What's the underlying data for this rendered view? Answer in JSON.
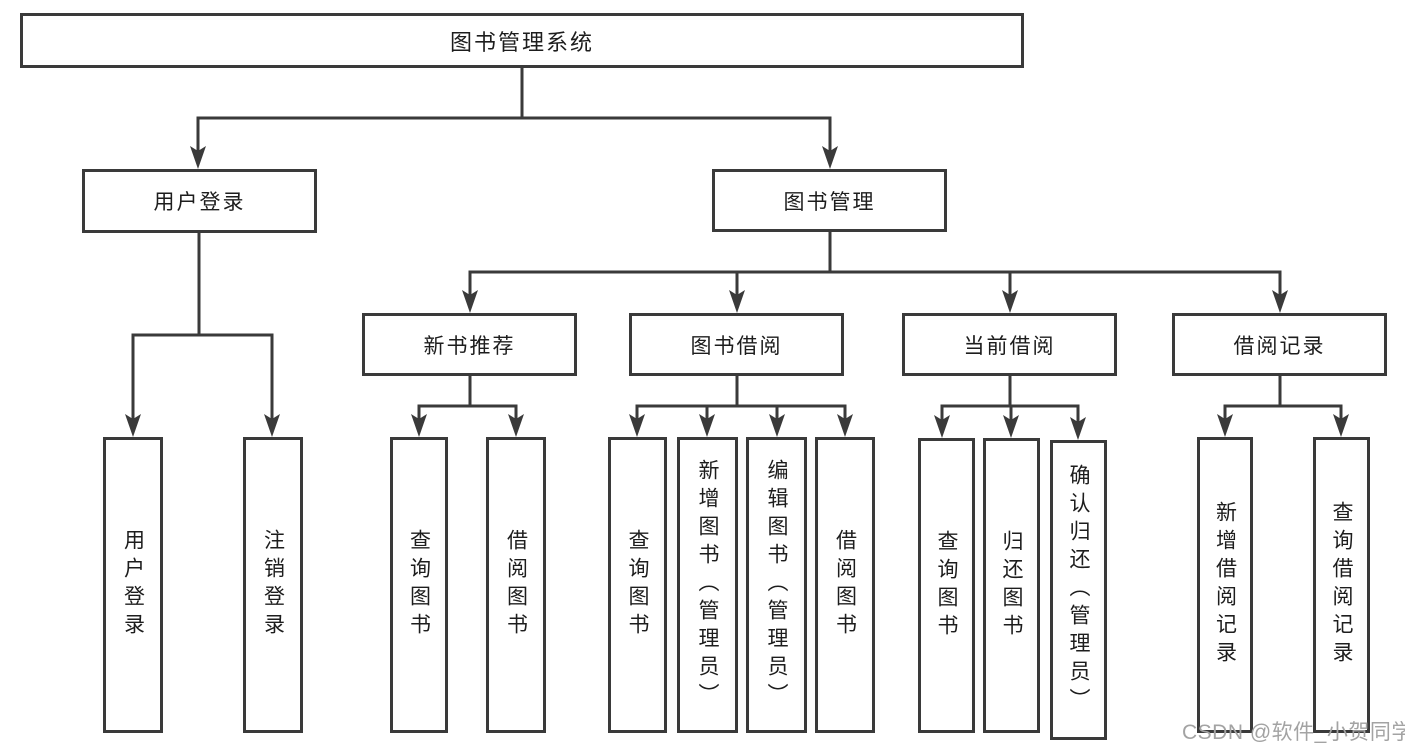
{
  "diagram": {
    "root": {
      "label": "图书管理系统"
    },
    "branches": [
      {
        "label": "用户登录",
        "children": [
          {
            "label": "用户登录"
          },
          {
            "label": "注销登录"
          }
        ]
      },
      {
        "label": "图书管理",
        "children": [
          {
            "label": "新书推荐",
            "children": [
              {
                "label": "查询图书"
              },
              {
                "label": "借阅图书"
              }
            ]
          },
          {
            "label": "图书借阅",
            "children": [
              {
                "label": "查询图书"
              },
              {
                "label": "新增图书（管理员）"
              },
              {
                "label": "编辑图书（管理员）"
              },
              {
                "label": "借阅图书"
              }
            ]
          },
          {
            "label": "当前借阅",
            "children": [
              {
                "label": "查询图书"
              },
              {
                "label": "归还图书"
              },
              {
                "label": "确认归还（管理员）"
              }
            ]
          },
          {
            "label": "借阅记录",
            "children": [
              {
                "label": "新增借阅记录"
              },
              {
                "label": "查询借阅记录"
              }
            ]
          }
        ]
      }
    ]
  },
  "watermark": {
    "text": "CSDN @软件_小贺同学"
  },
  "colors": {
    "line": "#3a3a3a",
    "box_border": "#3a3a3a",
    "text": "#1d1d1d",
    "watermark": "#a3a3a3",
    "background": "#ffffff"
  }
}
